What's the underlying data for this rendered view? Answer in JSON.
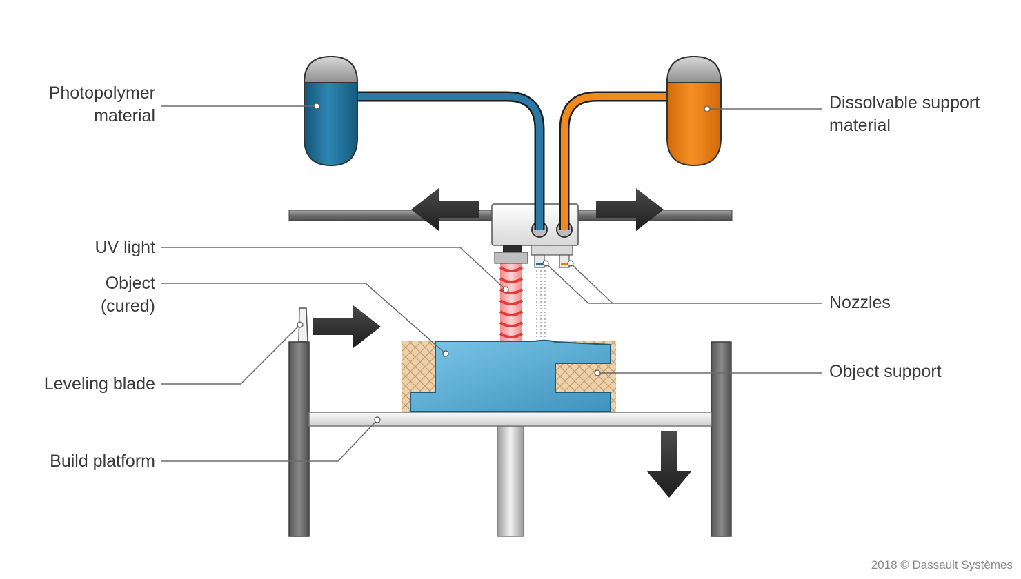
{
  "labels": {
    "photopolymer_line1": "Photopolymer",
    "photopolymer_line2": "material",
    "support_material_line1": "Dissolvable support",
    "support_material_line2": "material",
    "uv_light": "UV light",
    "object_line1": "Object",
    "object_line2": "(cured)",
    "nozzles": "Nozzles",
    "leveling_blade": "Leveling blade",
    "object_support": "Object support",
    "build_platform": "Build platform"
  },
  "copyright": "2018 © Dassault Systèmes",
  "colors": {
    "photopolymer": "#1f6f96",
    "support": "#ea7d0c",
    "object": "#5fb0d6",
    "support_lattice": "#e9c9a0",
    "uv": "#ef4b4b",
    "frame": "#666666",
    "arrow": "#2a2a2a",
    "leader": "#6b6b6b"
  },
  "icons": [
    "arrow-left-icon",
    "arrow-right-icon",
    "arrow-down-icon"
  ]
}
